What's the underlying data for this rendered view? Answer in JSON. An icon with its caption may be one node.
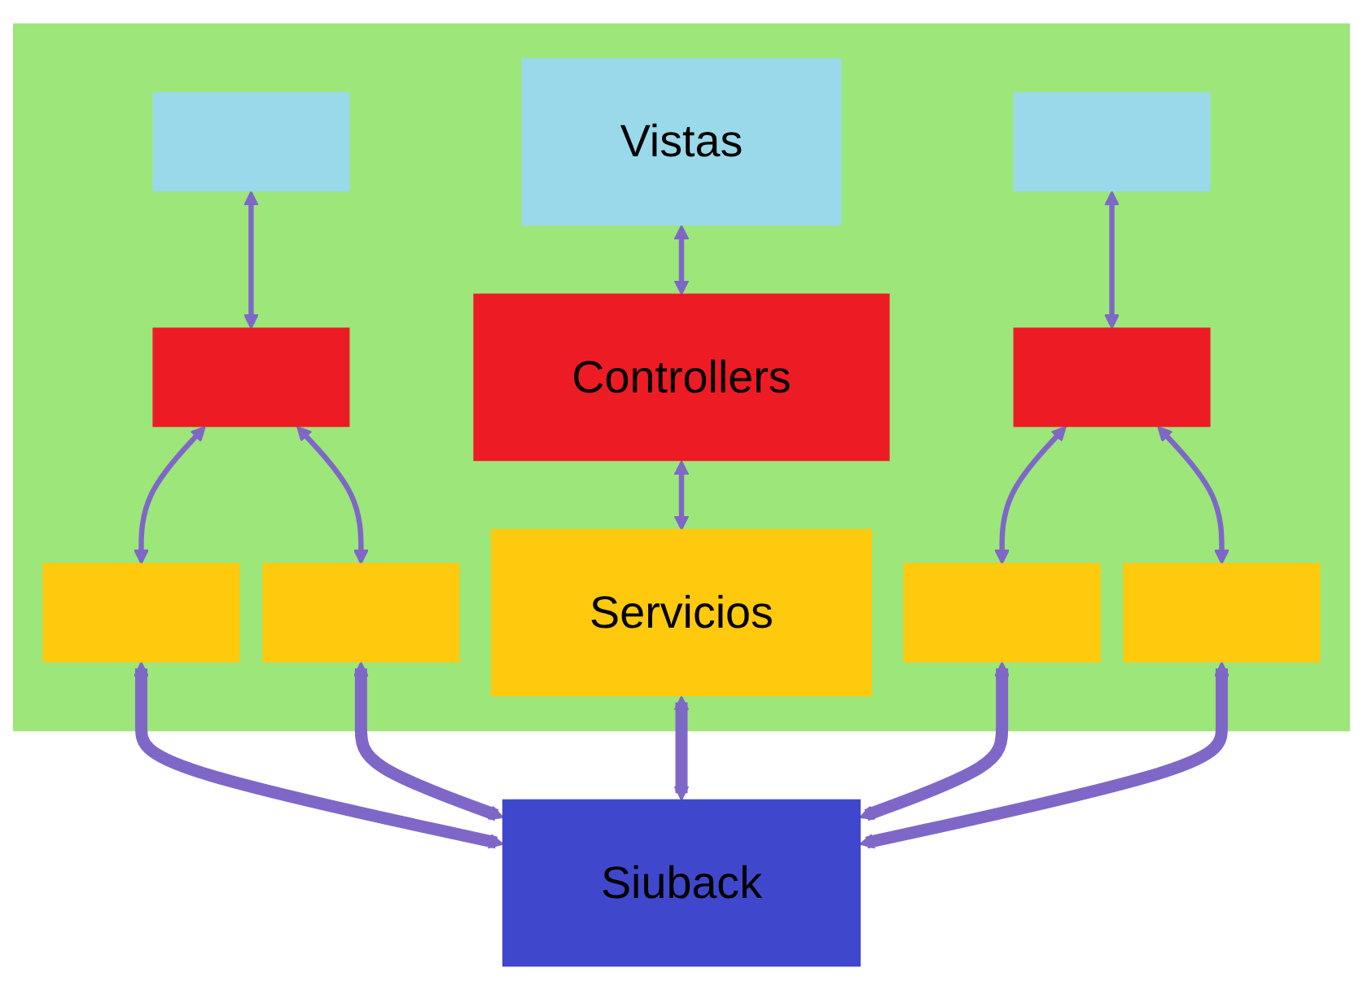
{
  "diagram": {
    "nodes": [
      {
        "text": [],
        "shape": "box"
      },
      {
        "text": [],
        "shape": "box",
        "in": 0
      },
      {
        "text": [
          "Vistas"
        ],
        "in": 0
      },
      {
        "text": [],
        "shape": "box",
        "in": 0
      },
      {
        "text": [],
        "shape": "box",
        "in": 0
      },
      {
        "text": [
          "Controllers"
        ],
        "in": 0
      },
      {
        "text": [],
        "shape": "box",
        "in": 0
      },
      {
        "text": [],
        "shape": "box",
        "in": 0
      },
      {
        "text": [],
        "shape": "box",
        "in": 0
      },
      {
        "text": [
          "Servicios"
        ],
        "in": 0
      },
      {
        "text": [],
        "shape": "box",
        "in": 0
      },
      {
        "text": [],
        "shape": "box",
        "in": 0
      },
      {
        "text": [
          "Siuback"
        ]
      }
    ],
    "edges": [
      {
        "from": 1,
        "to": 4,
        "arrow": "both"
      },
      {
        "from": 2,
        "to": 5,
        "arrow": "both"
      },
      {
        "from": 3,
        "to": 6,
        "arrow": "both"
      },
      {
        "from": 4,
        "to": 7,
        "arrow": "both"
      },
      {
        "from": 4,
        "to": 8,
        "arrow": "both"
      },
      {
        "from": 5,
        "to": 9,
        "arrow": "both"
      },
      {
        "from": 6,
        "to": 10,
        "arrow": "both"
      },
      {
        "from": 6,
        "to": 11,
        "arrow": "both"
      },
      {
        "from": 7,
        "to": 12,
        "arrow": "both",
        "style": "thick"
      },
      {
        "from": 8,
        "to": 12,
        "arrow": "both",
        "style": "thick"
      },
      {
        "from": 9,
        "to": 12,
        "arrow": "both",
        "style": "thick"
      },
      {
        "from": 10,
        "to": 12,
        "arrow": "both",
        "style": "thick"
      },
      {
        "from": 11,
        "to": 12,
        "arrow": "both",
        "style": "thick"
      }
    ]
  }
}
